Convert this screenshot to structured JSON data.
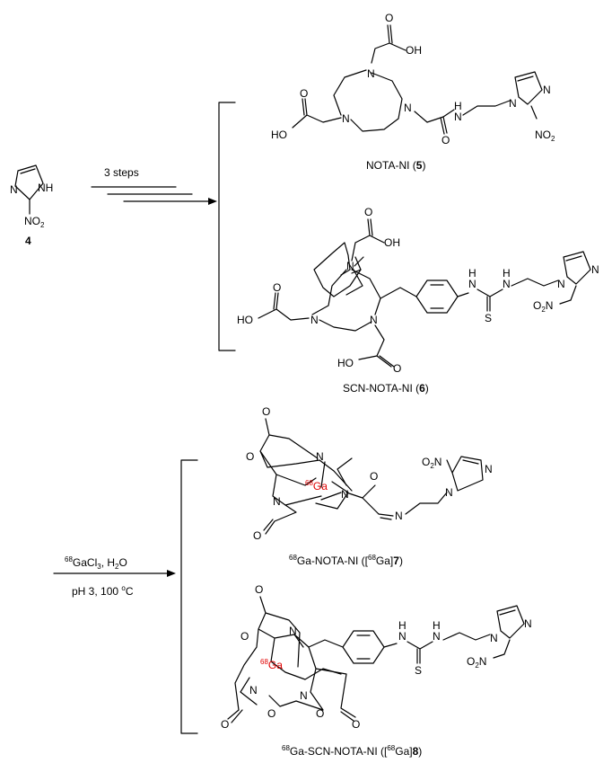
{
  "reaction1": {
    "reagent_label": "3 steps",
    "starting_material": {
      "number": "4",
      "atoms": {
        "n": "N",
        "nh": "NH",
        "no2": "NO",
        "sub2": "2"
      }
    }
  },
  "products1": [
    {
      "name_prefix": "NOTA-NI (",
      "number": "5",
      "name_suffix": ")"
    },
    {
      "name_prefix": "SCN-NOTA-NI (",
      "number": "6",
      "name_suffix": ")"
    }
  ],
  "reaction2": {
    "reagent_sup": "68",
    "reagent_main": "GaCl",
    "reagent_sub": "3",
    "reagent_tail": ", H",
    "reagent_sub2": "2",
    "reagent_end": "O",
    "condition_main": "pH 3, 100 ",
    "condition_sup": "o",
    "condition_end": "C"
  },
  "products2": [
    {
      "sup1": "68",
      "text1": "Ga-NOTA-NI ([",
      "sup2": "68",
      "text2": "Ga]",
      "number": "7",
      "end": ")"
    },
    {
      "sup1": "68",
      "text1": "Ga-SCN-NOTA-NI ([",
      "sup2": "68",
      "text2": "Ga]",
      "number": "8",
      "end": ")"
    }
  ],
  "atoms": {
    "n": "N",
    "o": "O",
    "s": "S",
    "h": "H",
    "oh": "OH",
    "ho": "HO",
    "nh": "NH",
    "no": "NO",
    "o2n": "O",
    "sub2": "2",
    "ga": "Ga",
    "ga_sup": "68"
  }
}
